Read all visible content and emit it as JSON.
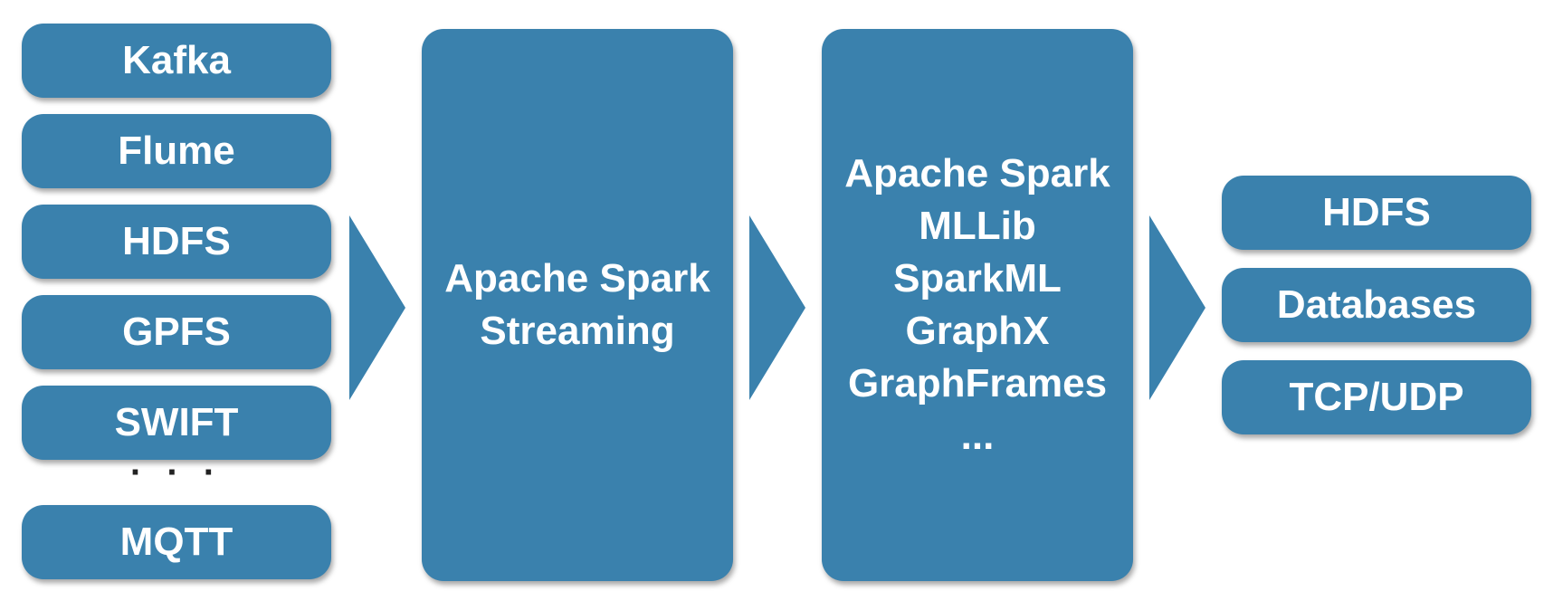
{
  "sources": [
    "Kafka",
    "Flume",
    "HDFS",
    "GPFS",
    "SWIFT"
  ],
  "sources_ellipsis": "· · ·",
  "sources_last": "MQTT",
  "streaming": [
    "Apache Spark",
    "Streaming"
  ],
  "processing": [
    "Apache Spark",
    "MLLib",
    "SparkML",
    "GraphX",
    "GraphFrames",
    "..."
  ],
  "sinks": [
    "HDFS",
    "Databases",
    "TCP/UDP"
  ],
  "colors": {
    "box": "#3a81ad",
    "text": "#ffffff"
  }
}
